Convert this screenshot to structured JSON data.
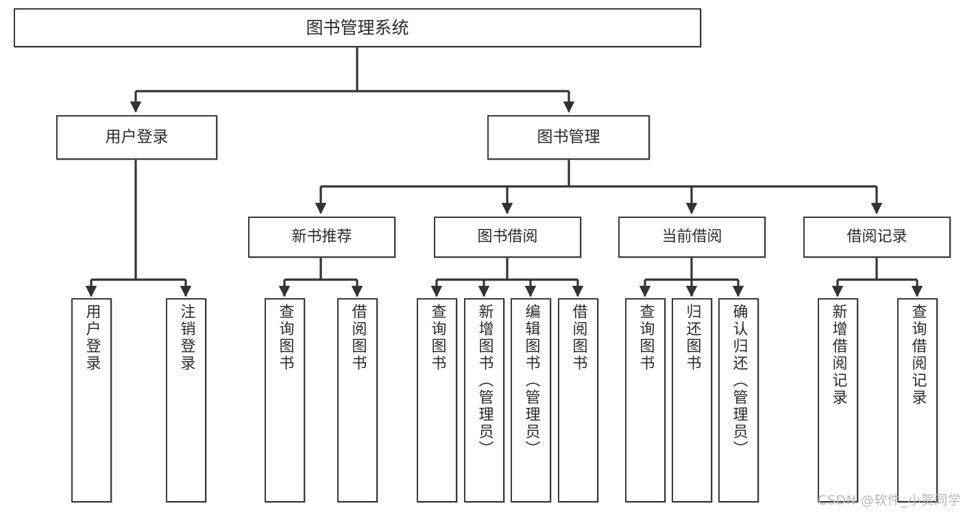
{
  "diagram": {
    "type": "tree-hierarchy-flowchart",
    "orientation": "top-down",
    "style": {
      "box_stroke": "#3a3a3a",
      "box_fill": "#ffffff",
      "edge_color": "#333333",
      "text_color": "#2b2b2b",
      "background": "#ffffff"
    },
    "root": {
      "id": "root",
      "label": "图书管理系统"
    },
    "level2": [
      {
        "id": "user-login",
        "label": "用户登录"
      },
      {
        "id": "book-manage",
        "label": "图书管理"
      }
    ],
    "level3": [
      {
        "id": "new-book-recommend",
        "label": "新书推荐",
        "parent": "book-manage"
      },
      {
        "id": "book-borrow",
        "label": "图书借阅",
        "parent": "book-manage"
      },
      {
        "id": "current-borrow",
        "label": "当前借阅",
        "parent": "book-manage"
      },
      {
        "id": "borrow-record",
        "label": "借阅记录",
        "parent": "book-manage"
      }
    ],
    "leaves": [
      {
        "id": "leaf-user-login",
        "label": "用户登录",
        "parent": "user-login"
      },
      {
        "id": "leaf-logout-login",
        "label": "注销登录",
        "parent": "user-login"
      },
      {
        "id": "leaf-query-book-1",
        "label": "查询图书",
        "parent": "new-book-recommend"
      },
      {
        "id": "leaf-borrow-book-1",
        "label": "借阅图书",
        "parent": "new-book-recommend"
      },
      {
        "id": "leaf-query-book-2",
        "label": "查询图书",
        "parent": "book-borrow"
      },
      {
        "id": "leaf-add-book-admin",
        "label": "新增图书（管理员）",
        "parent": "book-borrow"
      },
      {
        "id": "leaf-edit-book-admin",
        "label": "编辑图书（管理员）",
        "parent": "book-borrow"
      },
      {
        "id": "leaf-borrow-book-2",
        "label": "借阅图书",
        "parent": "book-borrow"
      },
      {
        "id": "leaf-query-book-3",
        "label": "查询图书",
        "parent": "current-borrow"
      },
      {
        "id": "leaf-return-book",
        "label": "归还图书",
        "parent": "current-borrow"
      },
      {
        "id": "leaf-confirm-return-admin",
        "label": "确认归还（管理员）",
        "parent": "current-borrow"
      },
      {
        "id": "leaf-add-borrow-record",
        "label": "新增借阅记录",
        "parent": "borrow-record"
      },
      {
        "id": "leaf-query-borrow-record",
        "label": "查询借阅记录",
        "parent": "borrow-record"
      }
    ]
  },
  "watermark": {
    "text": "CSDN @软件_小贺同学"
  }
}
